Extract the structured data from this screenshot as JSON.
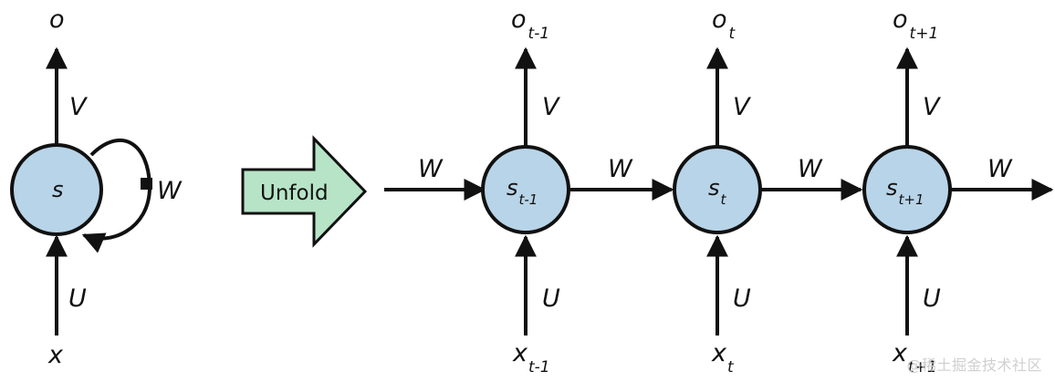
{
  "folded": {
    "node": "s",
    "input": "x",
    "output": "o",
    "input_weight": "U",
    "output_weight": "V",
    "recurrent_weight": "W"
  },
  "unfold_label": "Unfold",
  "unfolded": {
    "input_weight": "W",
    "steps": [
      {
        "state_main": "s",
        "state_sub": "t-1",
        "input_main": "x",
        "input_sub": "t-1",
        "output_main": "o",
        "output_sub": "t-1",
        "u": "U",
        "v": "V",
        "w_out": "W"
      },
      {
        "state_main": "s",
        "state_sub": "t",
        "input_main": "x",
        "input_sub": "t",
        "output_main": "o",
        "output_sub": "t",
        "u": "U",
        "v": "V",
        "w_out": "W"
      },
      {
        "state_main": "s",
        "state_sub": "t+1",
        "input_main": "x",
        "input_sub": "t+1",
        "output_main": "o",
        "output_sub": "t+1",
        "u": "U",
        "v": "V",
        "w_out": "W"
      }
    ]
  },
  "watermark": "@稀土掘金技术社区",
  "colors": {
    "node_fill": "#b8d4e8",
    "arrow_fill": "#b7e4c7",
    "stroke": "#111111"
  }
}
